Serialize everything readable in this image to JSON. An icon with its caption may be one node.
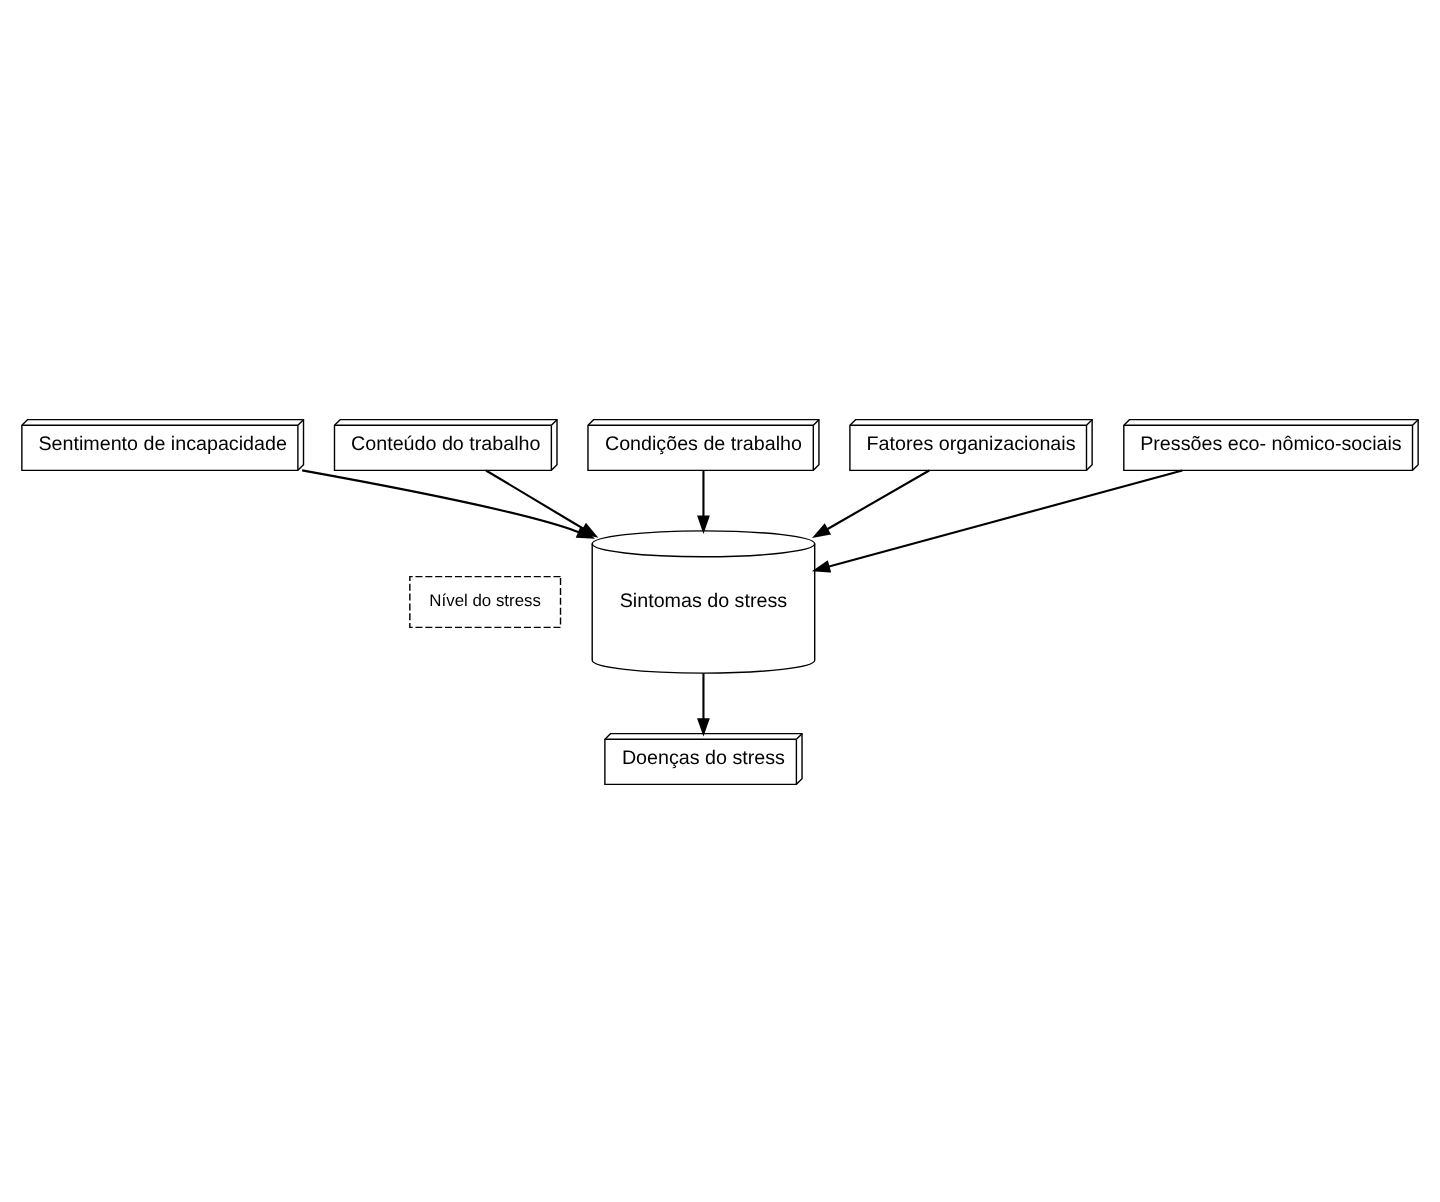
{
  "diagram": {
    "nodes": [
      {
        "text": [
          "Condições de trabalho"
        ]
      },
      {
        "text": [
          "Conteúdo do trabalho"
        ]
      },
      {
        "text": [
          "Fatores organizacionais"
        ]
      },
      {
        "text": [
          "Sentimento de incapacidade"
        ]
      },
      {
        "text": [
          "Pressões eco- nômico-sociais"
        ]
      },
      {
        "text": [
          "Sintomas do stress"
        ]
      },
      {
        "text": [
          "Doenças do stress"
        ]
      }
    ],
    "edges": [
      {
        "from": 3,
        "to": 5,
        "arrow": "to"
      },
      {
        "from": 1,
        "to": 5,
        "arrow": "to"
      },
      {
        "from": 0,
        "to": 5,
        "arrow": "to"
      },
      {
        "from": 2,
        "to": 5,
        "arrow": "to"
      },
      {
        "from": 4,
        "to": 5,
        "arrow": "to"
      },
      {
        "from": 5,
        "to": 6,
        "arrow": "to"
      }
    ],
    "labels": [
      "Nível do stress"
    ]
  }
}
